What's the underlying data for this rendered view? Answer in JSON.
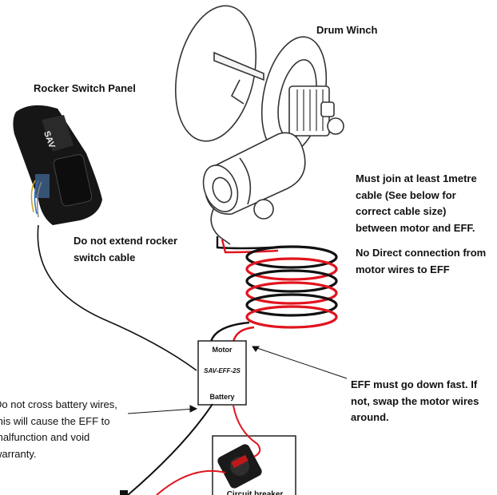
{
  "labels": {
    "drum_winch": "Drum Winch",
    "rocker_panel": "Rocker Switch Panel"
  },
  "notes": {
    "rocker_cable": "Do not extend rocker\nswitch cable",
    "join_cable": "Must join at least 1metre\ncable (See below for\ncorrect cable size)\nbetween motor and EFF.",
    "no_direct": "No Direct connection from\nmotor wires to EFF",
    "eff_fast": "EFF must go down fast. If\nnot, swap the motor wires\naround.",
    "battery_warning": "Do not cross battery wires,\nthis will cause the EFF to\nmalfunction and void\nwarranty."
  },
  "eff_box": {
    "motor": "Motor",
    "model": "SAV-EFF-2S",
    "battery": "Battery"
  },
  "rocker_badge": "SAV",
  "breaker_label": "Circuit breaker",
  "colors": {
    "positive_wire": "#e0141e",
    "negative_wire": "#111111",
    "sketch": "#333333"
  }
}
